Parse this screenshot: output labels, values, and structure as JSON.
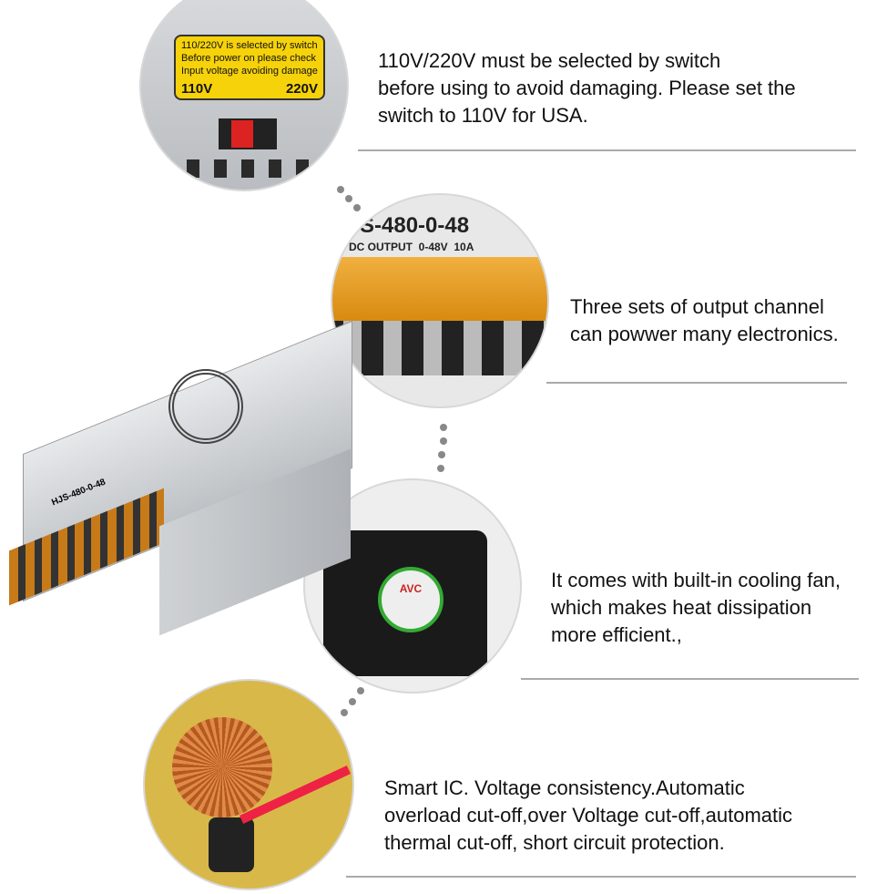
{
  "features": [
    {
      "text": "110V/220V must be selected by switch before using to avoid damaging. Please set the switch to 110V for USA.",
      "lines": [
        "110V/220V must be selected by switch",
        "before using to avoid damaging. Please set the",
        "switch to 110V for USA."
      ]
    },
    {
      "lines": [
        "Three sets of output channel",
        "can powwer many electronics."
      ]
    },
    {
      "lines": [
        "It comes with built-in cooling fan,",
        "which makes heat dissipation",
        "more efficient.,"
      ]
    },
    {
      "lines": [
        "Smart IC. Voltage consistency.Automatic",
        "overload cut-off,over Voltage cut-off,automatic",
        "thermal cut-off, short circuit protection."
      ]
    }
  ],
  "switch_label": {
    "lines": [
      "110/220V is selected by switch",
      "Before power on please check",
      "Input voltage avoiding damage"
    ],
    "left": "110V",
    "right": "220V"
  },
  "terminal_label": {
    "model": "S-480-0-48",
    "spec": "DC OUTPUT  0-48V  10A"
  },
  "fan_label": "AVC",
  "product_model": "HJS-480-0-48",
  "colors": {
    "label_yellow": "#f5d20a",
    "terminal_orange": "#e59a1c",
    "metal": "#c9ccd0"
  }
}
